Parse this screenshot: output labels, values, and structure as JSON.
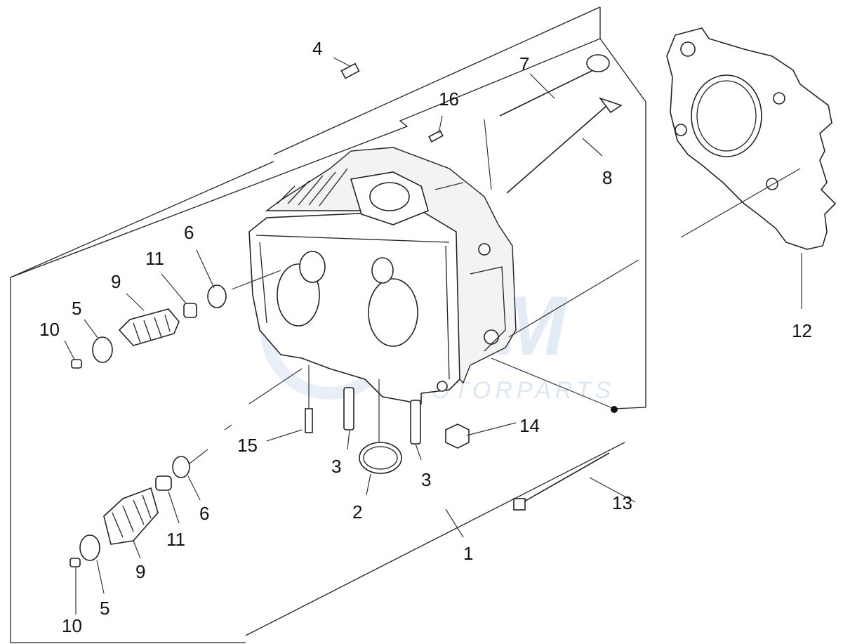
{
  "callouts": {
    "c1": "1",
    "c2": "2",
    "c3a": "3",
    "c3b": "3",
    "c4": "4",
    "c5a": "5",
    "c5b": "5",
    "c6a": "6",
    "c6b": "6",
    "c7": "7",
    "c8": "8",
    "c9a": "9",
    "c9b": "9",
    "c10a": "10",
    "c10b": "10",
    "c11a": "11",
    "c11b": "11",
    "c12": "12",
    "c13": "13",
    "c14": "14",
    "c15": "15",
    "c16": "16"
  },
  "watermark": {
    "brand": "CEM",
    "sub": "MOTORPARTS"
  }
}
